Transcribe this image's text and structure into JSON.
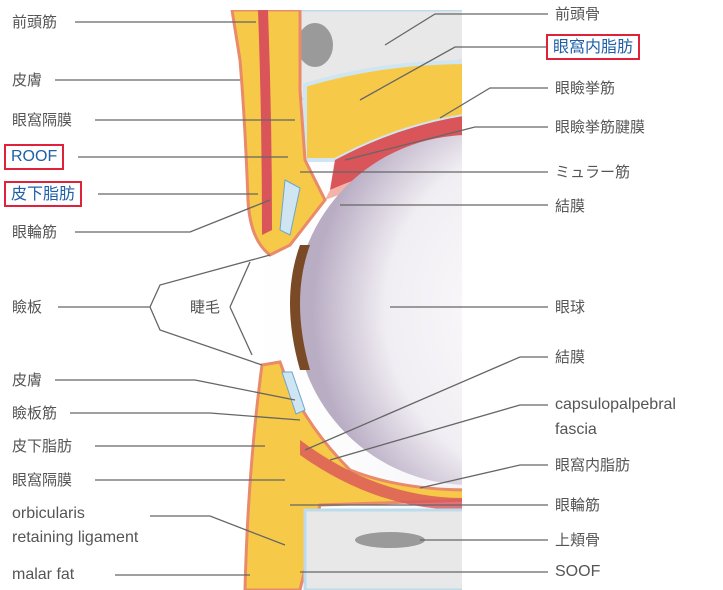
{
  "left_labels": {
    "frontalis": "前頭筋",
    "skin_upper": "皮膚",
    "septum_upper": "眼窩隔膜",
    "roof": "ROOF",
    "subcutaneous_fat_upper": "皮下脂肪",
    "orbicularis_upper": "眼輪筋",
    "tarsus": "瞼板",
    "eyelashes": "睫毛",
    "skin_lower": "皮膚",
    "tarsal_muscle": "瞼板筋",
    "subcutaneous_fat_lower": "皮下脂肪",
    "septum_lower": "眼窩隔膜",
    "orl_line1": "orbicularis",
    "orl_line2": "retaining ligament",
    "malar_fat": "malar fat"
  },
  "right_labels": {
    "frontal_bone": "前頭骨",
    "orbital_fat_upper": "眼窩内脂肪",
    "levator": "眼瞼挙筋",
    "levator_aponeurosis": "眼瞼挙筋腱膜",
    "muller": "ミュラー筋",
    "conjunctiva_upper": "結膜",
    "eyeball": "眼球",
    "conjunctiva_lower": "結膜",
    "cpf_line1": "capsulopalpebral",
    "cpf_line2": "fascia",
    "orbital_fat_lower": "眼窩内脂肪",
    "orbicularis_lower": "眼輪筋",
    "zygoma": "上頬骨",
    "soof": "SOOF"
  },
  "colors": {
    "highlight_text": "#1f5fa8",
    "highlight_border": "#e0213a",
    "fat": "#f7c948",
    "muscle": "#d9555a",
    "septum": "#cfe6f2",
    "bone": "#e6e6e6"
  }
}
